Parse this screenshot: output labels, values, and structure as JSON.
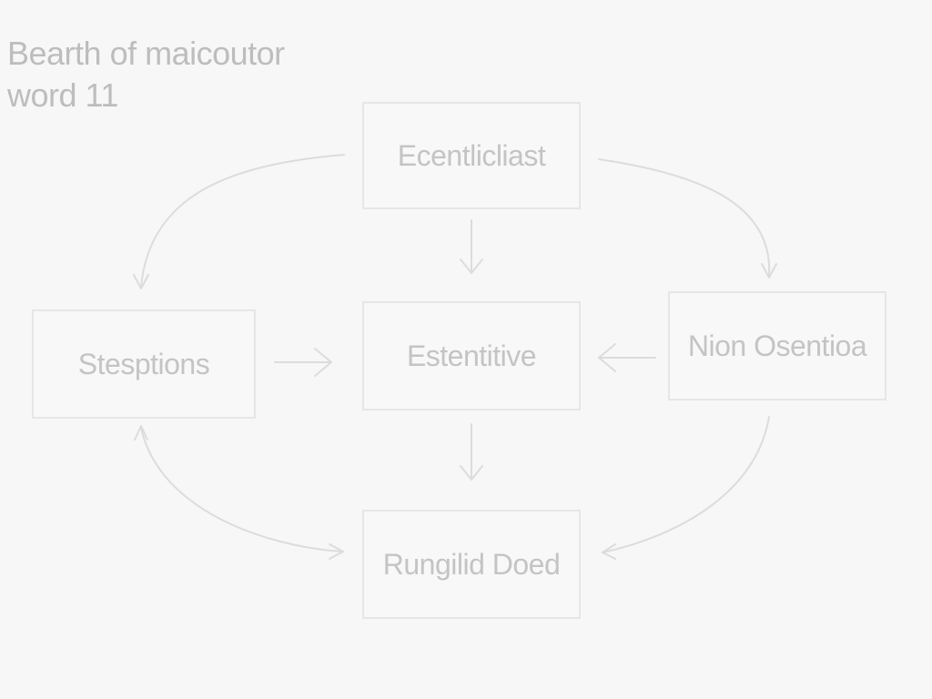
{
  "title": {
    "line1": "Bearth of maicoutor",
    "line2": "word 11"
  },
  "nodes": {
    "top": "Ecentlicliast",
    "left": "Stesptions",
    "center": "Estentitive",
    "right": "Nion Osentioa",
    "bottom": "Rungilid Doed"
  },
  "colors": {
    "background": "#f7f7f7",
    "box_border": "#e6e6e6",
    "text": "#c4c4c4",
    "arrow": "#dcdcdc"
  }
}
